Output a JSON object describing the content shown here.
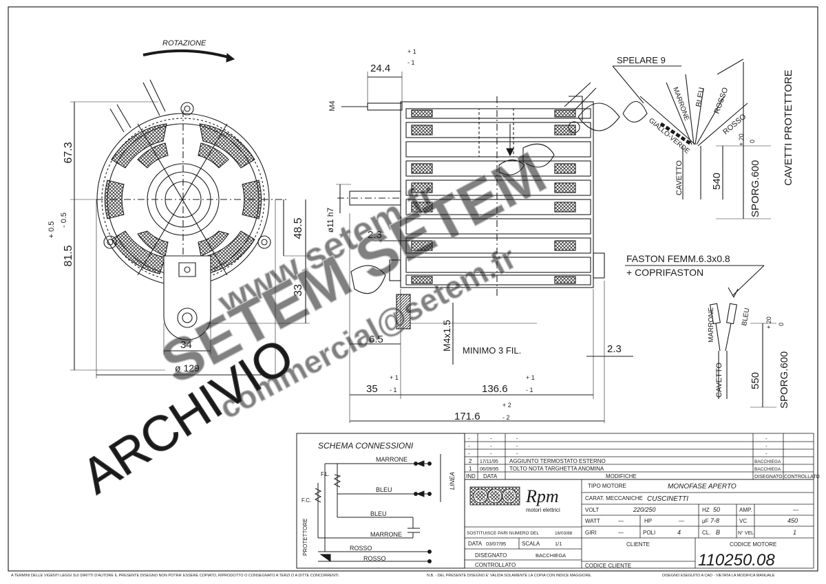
{
  "drawing": {
    "rotation_label": "ROTAZIONE",
    "dims": {
      "d_24_4": "24.4",
      "tol_p1": "+ 1",
      "tol_m1": "- 1",
      "m4": "M4",
      "d_67_3": "67.3",
      "d_81_5": "81.5",
      "tol_p05": "+ 0.5",
      "tol_m05": "- 0.5",
      "d_48_5": "48.5",
      "d_33": "33",
      "d_34": "34",
      "d_129": "ø 129",
      "d_11h7": "ø11 h7",
      "d_2_3": "2.3",
      "d_6_5": "6.5",
      "d_m4x1_5": "M4x1.5",
      "d_minimo": "MINIMO 3 FIL.",
      "d_2_3b": "2.3",
      "d_35": "35",
      "d_136_6": "136.6",
      "d_171_6": "171.6",
      "tol_p2": "+ 2",
      "tol_m2": "- 2"
    },
    "cables_top": {
      "spelare": "SPELARE 9",
      "giallo_verde": "GIALLO-VERDE",
      "marrone": "MARRONE",
      "bleu": "BLEU",
      "rosso1": "ROSSO",
      "rosso2": "ROSSO",
      "cavetto": "CAVETTO",
      "d_540": "540",
      "sporg": "SPORG.600",
      "sporg_tol": "+ 20",
      "sporg_tol0": "0",
      "cavetti_protettore": "CAVETTI PROTETTORE"
    },
    "faston": {
      "line1": "FASTON FEMM.6.3x0.8",
      "line2": "+ COPRIFASTON",
      "marrone": "MARRONE",
      "bleu": "BLEU",
      "cavetto": "CAVETTO",
      "d_550": "550",
      "sporg": "SPORG.600",
      "sporg_tol": "+ 20",
      "sporg_tol0": "0"
    },
    "watermark": {
      "line1": "www.setem.fr",
      "line2": "SETEM SETEM",
      "line3": "commercial@setem.fr",
      "archivio": "ARCHIVIO"
    }
  },
  "schema": {
    "title": "SCHEMA CONNESSIONI",
    "marrone": "MARRONE",
    "bleu": "BLEU",
    "bleu2": "BLEU",
    "marrone2": "MARRONE",
    "rosso": "ROSSO",
    "rosso2": "ROSSO",
    "fl": "F.L.",
    "fc": "F.C.",
    "linea": "LINEA",
    "protettore": "PROTETTORE"
  },
  "revisions": {
    "rows": [
      {
        "ind": "-",
        "data": "-",
        "desc": "-",
        "dis": "-"
      },
      {
        "ind": "-",
        "data": "-",
        "desc": "-",
        "dis": "-"
      },
      {
        "ind": "-",
        "data": "-",
        "desc": "-",
        "dis": "-"
      },
      {
        "ind": "2",
        "data": "17/11/95",
        "desc": "AGGIUNTO TERMOSTATO ESTERNO",
        "dis": "BACCHIEGA"
      },
      {
        "ind": "1",
        "data": "06/09/95",
        "desc": "TOLTO NOTA TARGHETTA ANOMINA",
        "dis": "BACCHIEGA"
      }
    ],
    "header": {
      "ind": "IND",
      "data": "DATA",
      "modifiche": "MODIFICHE",
      "disegnato": "DISEGNATO",
      "controllato": "CONTROLLATO"
    }
  },
  "titleblock": {
    "logo_text": "Rpm",
    "logo_sub": "motori elettrici",
    "tipo_label": "TIPO MOTORE",
    "tipo_value": "MONOFASE APERTO",
    "carat_label": "CARAT. MECCANICHE",
    "carat_value": "CUSCINETTI",
    "volt_label": "VOLT",
    "volt_value": "220/250",
    "hz_label": "HZ",
    "hz_value": "50",
    "amp_label": "AMP.",
    "amp_value": "—",
    "watt_label": "WATT",
    "watt_value": "—",
    "hp_label": "HP",
    "hp_value": "—",
    "uf_label": "μF",
    "uf_value": "7-8",
    "vc_label": "VC",
    "vc_value": "450",
    "giri_label": "GIRI",
    "giri_value": "—",
    "poli_label": "POLI",
    "poli_value": "4",
    "cl_label": "CL.",
    "cl_value": "B",
    "nvel_label": "N° VEL.",
    "nvel_value": "1",
    "sostituisce": "SOSTITUISCE PARI NUMERO DEL",
    "sostituisce_date": "16/03/88",
    "data_label": "DATA",
    "data_value": "03/07/95",
    "scala_label": "SCALA",
    "scala_value": "1/1",
    "cliente_label": "CLIENTE",
    "codice_motore_label": "CODICE MOTORE",
    "codice_motore": "110250.08",
    "disegnato_label": "DISEGNATO",
    "disegnato_value": "BACCHIEGA",
    "controllato_label": "CONTROLLATO",
    "codice_cliente_label": "CODICE CLIENTE"
  },
  "footer": {
    "left": "A TERMINI DELLE VIGENTI LEGGI SUI DIRITTI D'AUTORE IL PRESENTE DISEGNO NON POTRA' ESSERE COPIATO, RIPRODOTTO O CONSEGNATO A TERZI O A DITTE CONCORRENTI.",
    "mid": "N.B. - DEL PRESENTE DISEGNO E' VALIDA SOLAMENTE LA COPIA CON INDICE MAGGIORE.",
    "right": "DISEGNO ESEGUITO A CAD - VIETATA LA MODIFICA MANUALE"
  }
}
